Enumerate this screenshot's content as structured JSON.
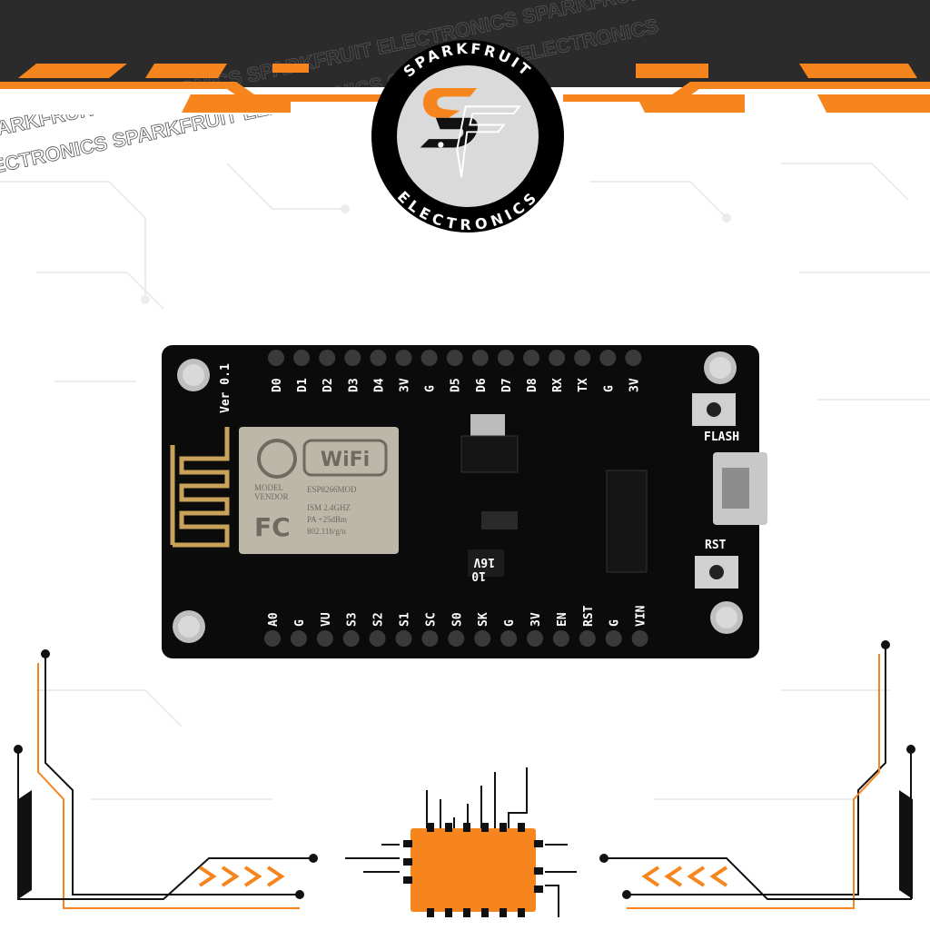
{
  "brand": {
    "name": "SPARKFRUIT",
    "subtitle": "ELECTRONICS",
    "watermark": "SPARKFRUIT ELECTRONICS SPARKFRUIT ELECTRONICS SPARKFRUIT ELECTRONICS"
  },
  "colors": {
    "accent": "#f7851e",
    "dark": "#2b2b2b",
    "board": "#0b0b0b"
  },
  "board": {
    "version": "Ver 0.1",
    "top_pins": [
      "D0",
      "D1",
      "D2",
      "D3",
      "D4",
      "3V",
      "G",
      "D5",
      "D6",
      "D7",
      "D8",
      "RX",
      "TX",
      "G",
      "3V"
    ],
    "bottom_pins": [
      "A0",
      "G",
      "VU",
      "S3",
      "S2",
      "S1",
      "SC",
      "S0",
      "SK",
      "G",
      "3V",
      "EN",
      "RST",
      "G",
      "VIN"
    ],
    "flash_label": "FLASH",
    "rst_label": "RST",
    "capacitor": {
      "value": "10",
      "voltage": "16V"
    },
    "module": {
      "wifi": "WiFi",
      "model_label": "MODEL",
      "vendor_label": "VENDOR",
      "model": "ESP8266MOD",
      "line1": "ISM 2.4GHZ",
      "line2": "PA +25dBm",
      "line3": "802.11b/g/n",
      "fcc": "FC"
    }
  }
}
